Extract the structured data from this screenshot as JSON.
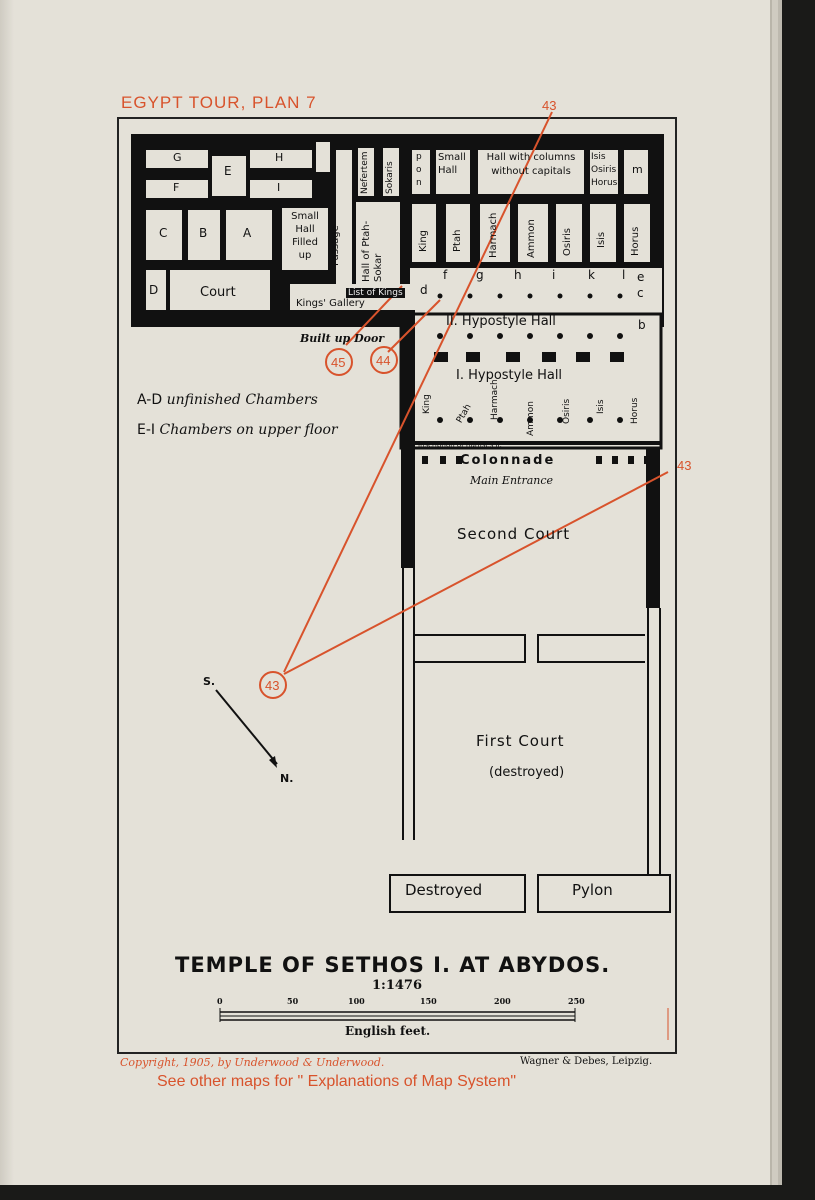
{
  "header": {
    "plan_label": "EGYPT TOUR, PLAN 7"
  },
  "map": {
    "title": "TEMPLE OF SETHOS I. AT ABYDOS.",
    "scale": "1:1476",
    "scale_ticks": [
      "0",
      "50",
      "100",
      "150",
      "200",
      "250"
    ],
    "scale_unit": "English feet.",
    "legend": [
      {
        "key": "A-D",
        "text": "unfinished Chambers"
      },
      {
        "key": "E-I",
        "text": "Chambers on upper floor"
      }
    ],
    "compass": {
      "south": "S.",
      "north": "N."
    },
    "rooms": {
      "G": "G",
      "H": "H",
      "E": "E",
      "F": "F",
      "I": "I",
      "C": "C",
      "B": "B",
      "A": "A",
      "D": "D",
      "court": "Court",
      "small_hall_filled": "Small Hall Filled up",
      "passage": "Passage",
      "nefertem": "Nefertem",
      "sokaris": "Sokaris",
      "hall_ptah_sokar": "Hall of Ptah-Sokar",
      "small_hall": "Small Hall",
      "hall_columns": "Hall with columns without capitals",
      "isis_osiris_horus": "Isis Osiris Horus",
      "m": "m",
      "p": "p",
      "o": "o",
      "n": "n",
      "chapels": [
        "King",
        "Ptah",
        "Harmach",
        "Ammon",
        "Osiris",
        "Isis",
        "Horus"
      ],
      "letters": [
        "d",
        "f",
        "g",
        "h",
        "i",
        "k",
        "l",
        "e",
        "c",
        "b"
      ],
      "list_of_kings": "List of Kings",
      "kings_gallery": "Kings' Gallery",
      "built_up_door": "Built up Door",
      "hypostyle_2": "II. Hypostyle Hall",
      "hypostyle_1": "I. Hypostyle Hall",
      "inscription_ramses": "Inscription of Ramses II.",
      "colonnade": "Colonnade",
      "main_entrance": "Main Entrance",
      "second_court": "Second Court",
      "first_court": "First Court",
      "destroyed_paren": "(destroyed)",
      "destroyed": "Destroyed",
      "pylon": "Pylon"
    },
    "markers": [
      "43",
      "43",
      "43",
      "44",
      "45"
    ]
  },
  "footer": {
    "copyright": "Copyright, 1905, by Underwood & Underwood.",
    "publisher": "Wagner & Debes, Leipzig.",
    "see_other": "See other maps for \" Explanations of Map System\""
  },
  "colors": {
    "paper": "#e4e1d8",
    "ink": "#111111",
    "accent_red": "#d8532c"
  }
}
